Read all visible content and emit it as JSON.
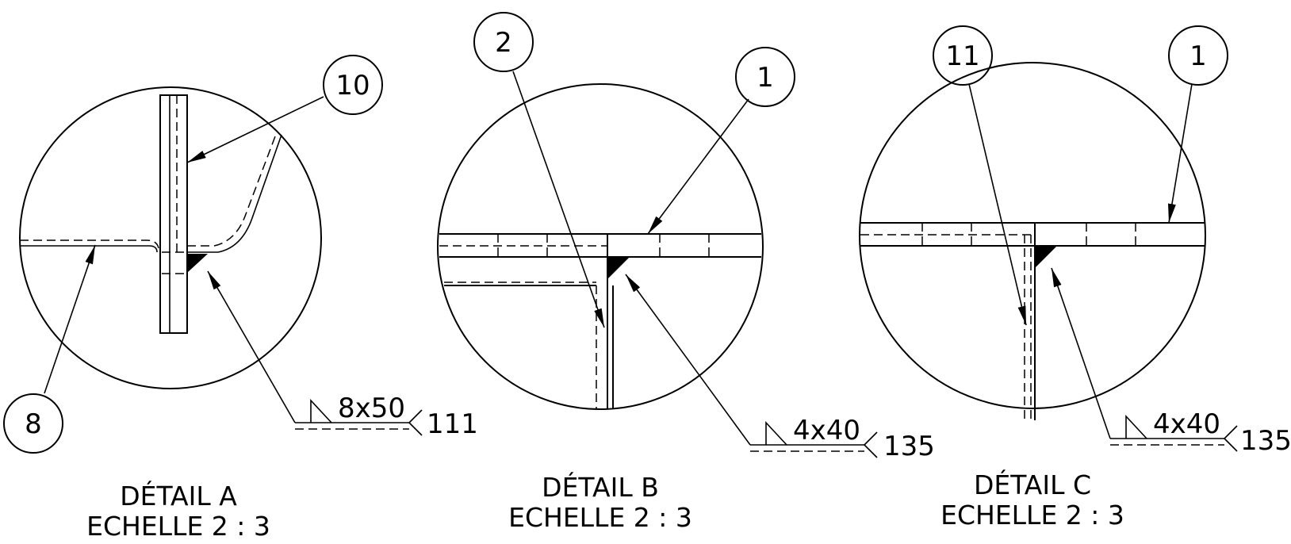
{
  "details": [
    {
      "id": "A",
      "title": "DÉTAIL A",
      "scale": "ECHELLE 2 : 3",
      "balloons": [
        "10",
        "8"
      ],
      "weld": {
        "size": "8x50",
        "process": "111"
      }
    },
    {
      "id": "B",
      "title": "DÉTAIL B",
      "scale": "ECHELLE 2 : 3",
      "balloons": [
        "2",
        "1"
      ],
      "weld": {
        "size": "4x40",
        "process": "135"
      }
    },
    {
      "id": "C",
      "title": "DÉTAIL C",
      "scale": "ECHELLE 2 : 3",
      "balloons": [
        "11",
        "1"
      ],
      "weld": {
        "size": "4x40",
        "process": "135"
      }
    }
  ]
}
